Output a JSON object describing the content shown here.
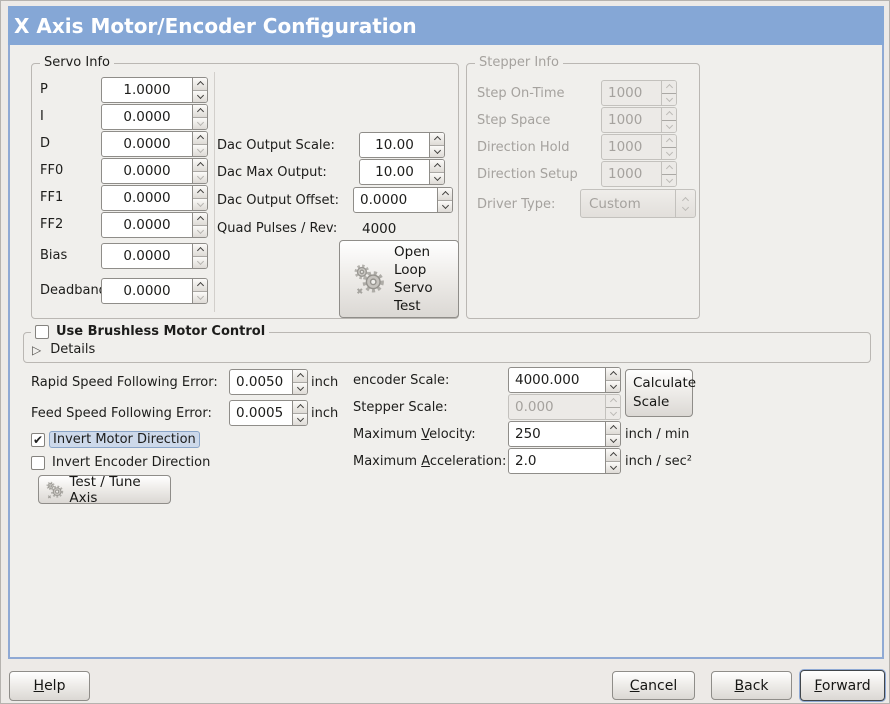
{
  "window": {
    "title": "X Axis Motor/Encoder Configuration"
  },
  "icons": {
    "check": "✔",
    "expander": "▷"
  },
  "servo": {
    "frame_label": "Servo Info",
    "rows": [
      {
        "label": "P",
        "value": "1.0000"
      },
      {
        "label": "I",
        "value": "0.0000"
      },
      {
        "label": "D",
        "value": "0.0000"
      },
      {
        "label": "FF0",
        "value": "0.0000"
      },
      {
        "label": "FF1",
        "value": "0.0000"
      },
      {
        "label": "FF2",
        "value": "0.0000"
      },
      {
        "label": "Bias",
        "value": "0.0000"
      },
      {
        "label": "Deadband",
        "value": "0.0000"
      }
    ],
    "dac_scale_label": "Dac Output Scale:",
    "dac_scale_value": "10.00",
    "dac_max_label": "Dac Max Output:",
    "dac_max_value": "10.00",
    "dac_offset_label": "Dac Output Offset:",
    "dac_offset_value": "0.0000",
    "quad_label": "Quad Pulses / Rev:",
    "quad_value": "4000",
    "open_loop_button": "Open Loop Servo Test"
  },
  "stepper": {
    "frame_label": "Stepper Info",
    "rows": [
      {
        "label": "Step On-Time",
        "value": "1000"
      },
      {
        "label": "Step Space",
        "value": "1000"
      },
      {
        "label": "Direction Hold",
        "value": "1000"
      },
      {
        "label": "Direction Setup",
        "value": "1000"
      }
    ],
    "driver_label": "Driver Type:",
    "driver_value": "Custom"
  },
  "brushless": {
    "checkbox_label": "Use Brushless Motor Control",
    "details_label": "Details"
  },
  "following": {
    "rapid_label": "Rapid Speed Following Error:",
    "rapid_value": "0.0050",
    "rapid_unit": "inch",
    "feed_label": "Feed Speed Following Error:",
    "feed_value": "0.0005",
    "feed_unit": "inch"
  },
  "options": {
    "invert_motor": "Invert Motor Direction",
    "invert_encoder": "Invert Encoder Direction",
    "test_tune_button": "Test / Tune Axis"
  },
  "scales": {
    "encoder_label": "encoder Scale:",
    "encoder_value": "4000.000",
    "calc_button": "Calculate Scale",
    "stepper_label": "Stepper Scale:",
    "stepper_value": "0.000",
    "velocity_label": {
      "pre": "Maximum ",
      "u": "V",
      "rest": "elocity:"
    },
    "velocity_value": "250",
    "velocity_unit": "inch / min",
    "accel_label": {
      "pre": "Maximum ",
      "u": "A",
      "rest": "cceleration:"
    },
    "accel_value": "2.0",
    "accel_unit": "inch / sec²"
  },
  "actions": {
    "help": {
      "u": "H",
      "rest": "elp"
    },
    "cancel": {
      "u": "C",
      "rest": "ancel"
    },
    "back": {
      "u": "B",
      "rest": "ack"
    },
    "forward": {
      "u": "F",
      "rest": "orward"
    }
  },
  "colors": {
    "titlebar": "#85a7d6",
    "focus_highlight": "#cdd9ea"
  }
}
